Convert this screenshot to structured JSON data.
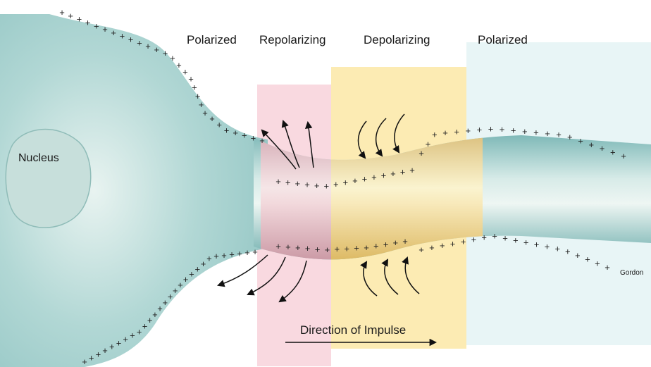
{
  "zones": [
    {
      "label": "Polarized",
      "color": "#ffffff"
    },
    {
      "label": "Repolarizing",
      "color": "#f4b9c6"
    },
    {
      "label": "Depolarizing",
      "color": "#fbe49a"
    },
    {
      "label": "Polarized",
      "color": "#d9eef0"
    }
  ],
  "nucleus_label": "Nucleus",
  "direction_label": "Direction of Impulse",
  "credit": "Gordon",
  "charge_symbol": "+",
  "colors": {
    "axon": "#8cc5c4",
    "axon_dark": "#5ea7a6",
    "charge": "#222222",
    "arrow": "#111111"
  }
}
